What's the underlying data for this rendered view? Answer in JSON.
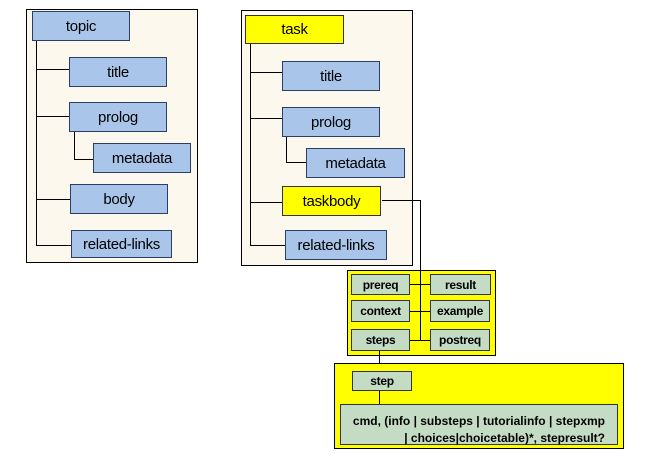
{
  "topic_tree": {
    "root": "topic",
    "children": [
      "title",
      "prolog",
      "body",
      "related-links"
    ],
    "prolog_child": "metadata"
  },
  "task_tree": {
    "root": "task",
    "children": [
      "title",
      "prolog",
      "taskbody",
      "related-links"
    ],
    "prolog_child": "metadata"
  },
  "taskbody_children": {
    "left": [
      "prereq",
      "context",
      "steps"
    ],
    "right": [
      "result",
      "example",
      "postreq"
    ]
  },
  "steps": {
    "child": "step",
    "content_line1": "cmd, (info | substeps | tutorialinfo | stepxmp",
    "content_line2": "| choices|choicetable)*, stepresult?"
  },
  "colors": {
    "topic_node": "#a9c6ea",
    "task_highlight": "#ffff00",
    "taskbody_node": "#c4dbc4",
    "panel_bg": "#fdf8ee"
  }
}
